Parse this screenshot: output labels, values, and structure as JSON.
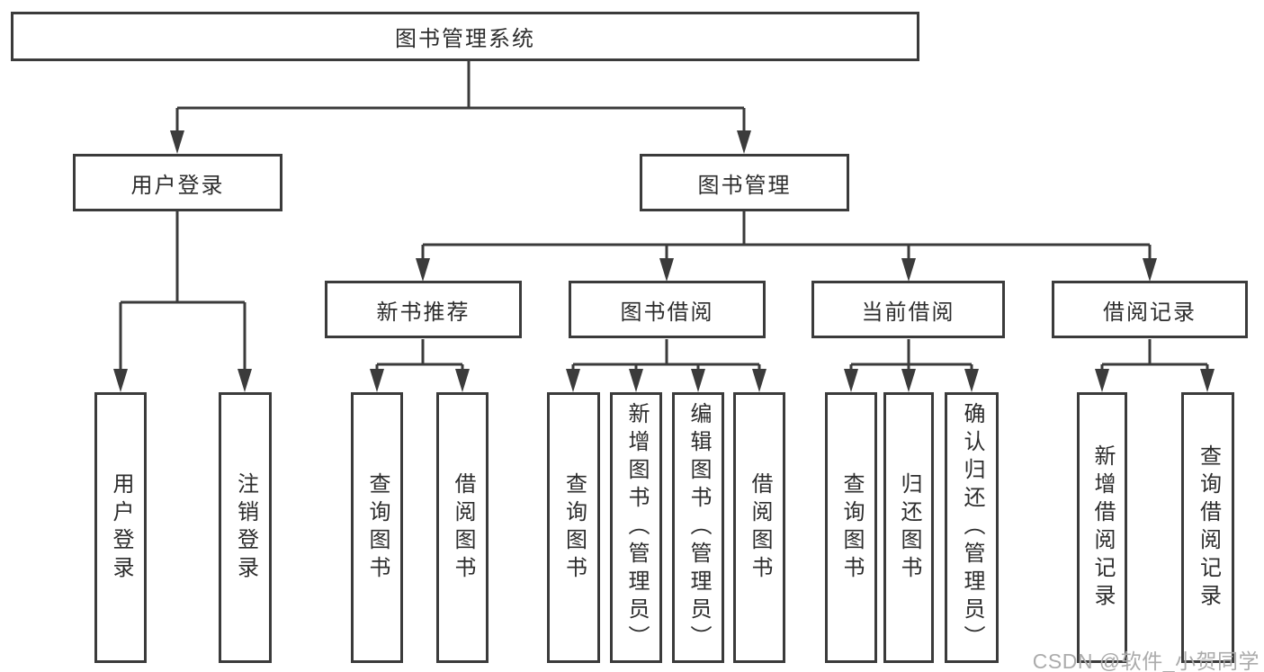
{
  "diagram": {
    "type": "hierarchy-tree",
    "tree": {
      "root": {
        "label": "图书管理系统"
      },
      "branches": [
        {
          "label": "用户登录",
          "children": [
            {
              "label": "用户登录"
            },
            {
              "label": "注销登录"
            }
          ]
        },
        {
          "label": "图书管理",
          "children": [
            {
              "label": "新书推荐",
              "children": [
                {
                  "label": "查询图书"
                },
                {
                  "label": "借阅图书"
                }
              ]
            },
            {
              "label": "图书借阅",
              "children": [
                {
                  "label": "查询图书"
                },
                {
                  "label": "新增图书（管理员）"
                },
                {
                  "label": "编辑图书（管理员）"
                },
                {
                  "label": "借阅图书"
                }
              ]
            },
            {
              "label": "当前借阅",
              "children": [
                {
                  "label": "查询图书"
                },
                {
                  "label": "归还图书"
                },
                {
                  "label": "确认归还（管理员）"
                }
              ]
            },
            {
              "label": "借阅记录",
              "children": [
                {
                  "label": "新增借阅记录"
                },
                {
                  "label": "查询借阅记录"
                }
              ]
            }
          ]
        }
      ]
    },
    "colors": {
      "line": "#3b3b3b",
      "box_border": "#3b3b3b",
      "text": "#2d2d2d",
      "background": "#ffffff",
      "watermark": "#ababab"
    }
  },
  "watermark": {
    "text": "CSDN @软件_小贺同学"
  }
}
